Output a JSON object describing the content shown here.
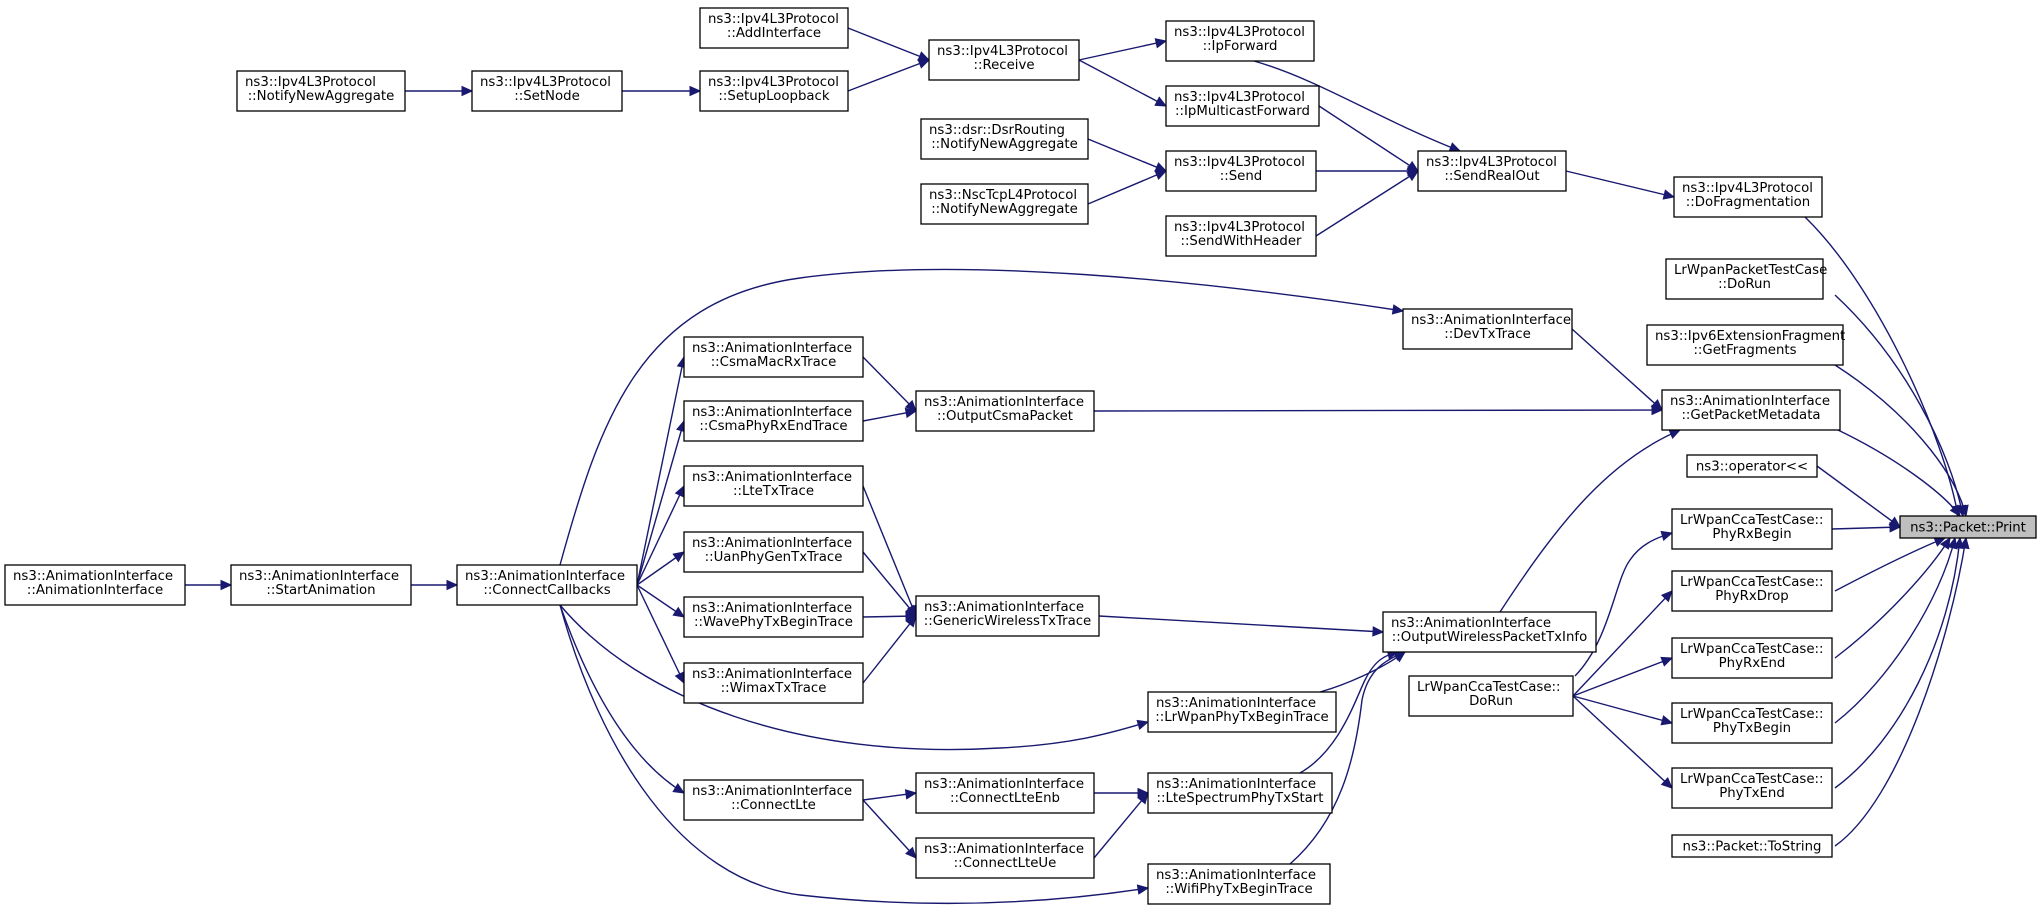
{
  "diagram": {
    "type": "call-graph",
    "colors": {
      "edge": "#191970",
      "node_border": "#000000",
      "root_fill": "#bfbfbf",
      "node_fill": "#ffffff"
    },
    "nodes": [
      {
        "id": "n0",
        "lines": [
          "ns3::Packet::Print"
        ],
        "root": true
      },
      {
        "id": "n1",
        "lines": [
          "ns3::Ipv4L3Protocol",
          "::DoFragmentation"
        ]
      },
      {
        "id": "n2",
        "lines": [
          "ns3::Ipv4L3Protocol",
          "::SendRealOut"
        ]
      },
      {
        "id": "n3",
        "lines": [
          "ns3::Ipv4L3Protocol",
          "::IpForward"
        ]
      },
      {
        "id": "n4",
        "lines": [
          "ns3::Ipv4L3Protocol",
          "::Receive"
        ]
      },
      {
        "id": "n5",
        "lines": [
          "ns3::Ipv4L3Protocol",
          "::AddInterface"
        ]
      },
      {
        "id": "n6",
        "lines": [
          "ns3::Ipv4L3Protocol",
          "::SetupLoopback"
        ]
      },
      {
        "id": "n7",
        "lines": [
          "ns3::Ipv4L3Protocol",
          "::SetNode"
        ]
      },
      {
        "id": "n8",
        "lines": [
          "ns3::Ipv4L3Protocol",
          "::NotifyNewAggregate"
        ]
      },
      {
        "id": "n9",
        "lines": [
          "ns3::Ipv4L3Protocol",
          "::IpMulticastForward"
        ]
      },
      {
        "id": "n10",
        "lines": [
          "ns3::Ipv4L3Protocol",
          "::Send"
        ]
      },
      {
        "id": "n11",
        "lines": [
          "ns3::dsr::DsrRouting",
          "::NotifyNewAggregate"
        ]
      },
      {
        "id": "n12",
        "lines": [
          "ns3::NscTcpL4Protocol",
          "::NotifyNewAggregate"
        ]
      },
      {
        "id": "n13",
        "lines": [
          "ns3::Ipv4L3Protocol",
          "::SendWithHeader"
        ]
      },
      {
        "id": "n14",
        "lines": [
          "LrWpanPacketTestCase",
          "::DoRun"
        ]
      },
      {
        "id": "n15",
        "lines": [
          "ns3::Ipv6ExtensionFragment",
          "::GetFragments"
        ]
      },
      {
        "id": "n16",
        "lines": [
          "ns3::AnimationInterface",
          "::GetPacketMetadata"
        ]
      },
      {
        "id": "n17",
        "lines": [
          "ns3::AnimationInterface",
          "::DevTxTrace"
        ]
      },
      {
        "id": "n18",
        "lines": [
          "ns3::AnimationInterface",
          "::ConnectCallbacks"
        ]
      },
      {
        "id": "n19",
        "lines": [
          "ns3::AnimationInterface",
          "::StartAnimation"
        ]
      },
      {
        "id": "n20",
        "lines": [
          "ns3::AnimationInterface",
          "::AnimationInterface"
        ]
      },
      {
        "id": "n21",
        "lines": [
          "ns3::AnimationInterface",
          "::OutputCsmaPacket"
        ]
      },
      {
        "id": "n22",
        "lines": [
          "ns3::AnimationInterface",
          "::CsmaMacRxTrace"
        ]
      },
      {
        "id": "n23",
        "lines": [
          "ns3::AnimationInterface",
          "::CsmaPhyRxEndTrace"
        ]
      },
      {
        "id": "n24",
        "lines": [
          "ns3::AnimationInterface",
          "::OutputWirelessPacketTxInfo"
        ]
      },
      {
        "id": "n25",
        "lines": [
          "ns3::AnimationInterface",
          "::GenericWirelessTxTrace"
        ]
      },
      {
        "id": "n26",
        "lines": [
          "ns3::AnimationInterface",
          "::LteTxTrace"
        ]
      },
      {
        "id": "n27",
        "lines": [
          "ns3::AnimationInterface",
          "::UanPhyGenTxTrace"
        ]
      },
      {
        "id": "n28",
        "lines": [
          "ns3::AnimationInterface",
          "::WavePhyTxBeginTrace"
        ]
      },
      {
        "id": "n29",
        "lines": [
          "ns3::AnimationInterface",
          "::WimaxTxTrace"
        ]
      },
      {
        "id": "n30",
        "lines": [
          "ns3::AnimationInterface",
          "::LrWpanPhyTxBeginTrace"
        ]
      },
      {
        "id": "n31",
        "lines": [
          "ns3::AnimationInterface",
          "::LteSpectrumPhyTxStart"
        ]
      },
      {
        "id": "n32",
        "lines": [
          "ns3::AnimationInterface",
          "::ConnectLteEnb"
        ]
      },
      {
        "id": "n33",
        "lines": [
          "ns3::AnimationInterface",
          "::ConnectLte"
        ]
      },
      {
        "id": "n34",
        "lines": [
          "ns3::AnimationInterface",
          "::ConnectLteUe"
        ]
      },
      {
        "id": "n35",
        "lines": [
          "ns3::AnimationInterface",
          "::WifiPhyTxBeginTrace"
        ]
      },
      {
        "id": "n36",
        "lines": [
          "ns3::operator<<"
        ]
      },
      {
        "id": "n37",
        "lines": [
          "LrWpanCcaTestCase::",
          "PhyRxBegin"
        ]
      },
      {
        "id": "n38",
        "lines": [
          "LrWpanCcaTestCase::",
          "DoRun"
        ]
      },
      {
        "id": "n39",
        "lines": [
          "LrWpanCcaTestCase::",
          "PhyRxDrop"
        ]
      },
      {
        "id": "n40",
        "lines": [
          "LrWpanCcaTestCase::",
          "PhyRxEnd"
        ]
      },
      {
        "id": "n41",
        "lines": [
          "LrWpanCcaTestCase::",
          "PhyTxBegin"
        ]
      },
      {
        "id": "n42",
        "lines": [
          "LrWpanCcaTestCase::",
          "PhyTxEnd"
        ]
      },
      {
        "id": "n43",
        "lines": [
          "ns3::Packet::ToString"
        ]
      }
    ],
    "edges": [
      {
        "from": "n1",
        "to": "n0"
      },
      {
        "from": "n2",
        "to": "n1"
      },
      {
        "from": "n3",
        "to": "n2"
      },
      {
        "from": "n4",
        "to": "n3"
      },
      {
        "from": "n5",
        "to": "n4"
      },
      {
        "from": "n6",
        "to": "n4"
      },
      {
        "from": "n7",
        "to": "n6"
      },
      {
        "from": "n8",
        "to": "n7"
      },
      {
        "from": "n9",
        "to": "n2"
      },
      {
        "from": "n4",
        "to": "n9"
      },
      {
        "from": "n10",
        "to": "n2"
      },
      {
        "from": "n11",
        "to": "n10"
      },
      {
        "from": "n12",
        "to": "n10"
      },
      {
        "from": "n13",
        "to": "n2"
      },
      {
        "from": "n14",
        "to": "n0"
      },
      {
        "from": "n15",
        "to": "n0"
      },
      {
        "from": "n16",
        "to": "n0"
      },
      {
        "from": "n17",
        "to": "n16"
      },
      {
        "from": "n18",
        "to": "n17"
      },
      {
        "from": "n19",
        "to": "n18"
      },
      {
        "from": "n20",
        "to": "n19"
      },
      {
        "from": "n21",
        "to": "n16"
      },
      {
        "from": "n22",
        "to": "n21"
      },
      {
        "from": "n18",
        "to": "n22"
      },
      {
        "from": "n23",
        "to": "n21"
      },
      {
        "from": "n18",
        "to": "n23"
      },
      {
        "from": "n24",
        "to": "n16"
      },
      {
        "from": "n25",
        "to": "n24"
      },
      {
        "from": "n26",
        "to": "n25"
      },
      {
        "from": "n18",
        "to": "n26"
      },
      {
        "from": "n27",
        "to": "n25"
      },
      {
        "from": "n18",
        "to": "n27"
      },
      {
        "from": "n28",
        "to": "n25"
      },
      {
        "from": "n18",
        "to": "n28"
      },
      {
        "from": "n29",
        "to": "n25"
      },
      {
        "from": "n18",
        "to": "n29"
      },
      {
        "from": "n30",
        "to": "n24"
      },
      {
        "from": "n18",
        "to": "n30"
      },
      {
        "from": "n31",
        "to": "n24"
      },
      {
        "from": "n32",
        "to": "n31"
      },
      {
        "from": "n33",
        "to": "n32"
      },
      {
        "from": "n18",
        "to": "n33"
      },
      {
        "from": "n34",
        "to": "n31"
      },
      {
        "from": "n33",
        "to": "n34"
      },
      {
        "from": "n35",
        "to": "n24"
      },
      {
        "from": "n18",
        "to": "n35"
      },
      {
        "from": "n36",
        "to": "n0"
      },
      {
        "from": "n37",
        "to": "n0"
      },
      {
        "from": "n38",
        "to": "n37"
      },
      {
        "from": "n39",
        "to": "n0"
      },
      {
        "from": "n38",
        "to": "n39"
      },
      {
        "from": "n40",
        "to": "n0"
      },
      {
        "from": "n38",
        "to": "n40"
      },
      {
        "from": "n41",
        "to": "n0"
      },
      {
        "from": "n38",
        "to": "n41"
      },
      {
        "from": "n42",
        "to": "n0"
      },
      {
        "from": "n38",
        "to": "n42"
      },
      {
        "from": "n43",
        "to": "n0"
      }
    ]
  }
}
